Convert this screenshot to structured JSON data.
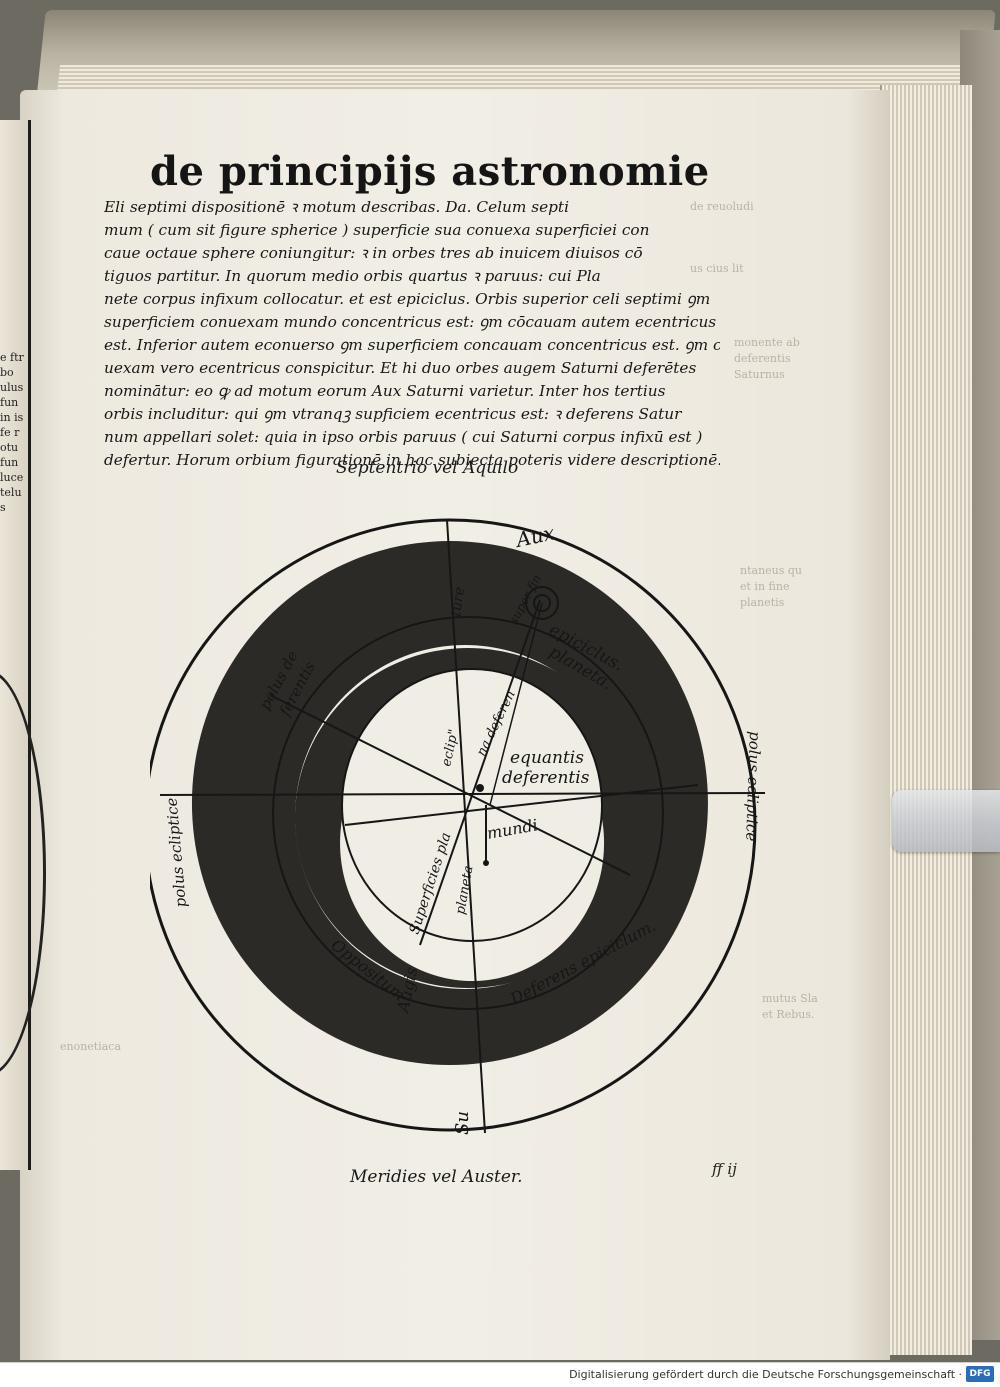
{
  "page": {
    "title": "de principijs astronomie",
    "body_lines": [
      "Eli septimi dispositionē ꝛ motum describas. Da. Celum septi",
      "mum ( cum sit figure spherice ) superficie sua conuexa superficiei con",
      "caue octaue sphere coniungitur: ꝛ in orbes tres ab inuicem diuisos cō",
      "tiguos partitur. In quorum medio orbis quartus ꝛ paruus: cui Pla",
      "nete corpus infixum collocatur. et est epiciclus. Orbis superior celi septimi ꝯm",
      "superficiem conuexam mundo concentricus est: ꝯm cōcauam autem ecentricus",
      "est. Inferior autem econuerso ꝯm superficiem concauam concentricus est. ꝯm cō",
      "uexam vero ecentricus conspicitur. Et hi duo orbes augem Saturni deferētes",
      "nominātur: eo ꝙ ad motum eorum Aux Saturni varietur. Inter hos tertius",
      "orbis includitur: qui ꝯm vtranqꝫ supficiem ecentricus est: ꝛ deferens Satur",
      "num appellari solet: quia in ipso orbis paruus ( cui Saturni corpus infixū est )",
      "defertur. Horum orbium figurationē in hac subiecta poteris videre descriptionē."
    ],
    "north_label": "Septentrio vel Aquilo",
    "south_label": "Meridies vel Auster.",
    "signature": "ff ij",
    "left_margin_text": "e ftr bo ulus fun in is fe rotu  fun luce telus"
  },
  "diagram": {
    "labels": {
      "aux": "Aux",
      "augis": "Augis",
      "oppositum": "Oppositum",
      "su": "Su",
      "polus_deferentis": "polus de ferentis",
      "polus_ecliptice_left": "polus ecliptice",
      "polus_ecliptice_right": "polus ecliptice",
      "epiciclus": "epiciclus.",
      "planeta": "planeta.",
      "super_fin": "super fin",
      "ture": "ture",
      "equantis": "equantis",
      "deferentis": "deferentis",
      "ecclip": "eclip\"",
      "na_deferen": "na deferen",
      "mundi": "mundi",
      "superficies_pla": "Superficies pla",
      "planeta_inner": "planeta",
      "deferens_epiciclum": "Deferens epiciclum."
    }
  },
  "bleed_through": [
    "de reuoludi",
    "us cius lit",
    "monente ab",
    "deferentis",
    "Saturnus",
    "ntaneus qu",
    "et in fine",
    "planetis",
    "mutus Sla",
    "et Rebus.",
    "enonetiaca"
  ],
  "footer": {
    "text": "Digitalisierung gefördert durch die Deutsche Forschungsgemeinschaft ·",
    "logo": "DFG"
  }
}
